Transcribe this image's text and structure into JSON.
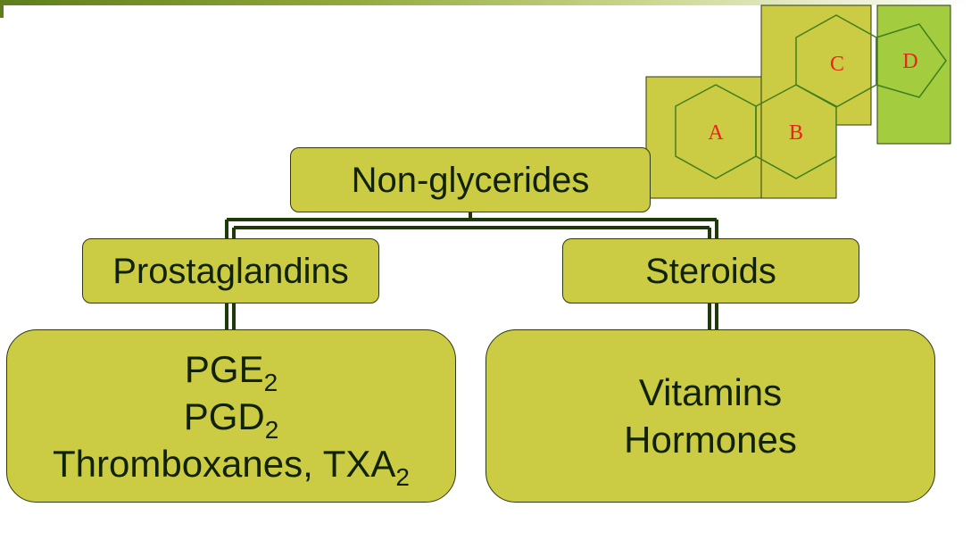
{
  "diagram": {
    "root": {
      "label": "Non-glycerides"
    },
    "children": [
      {
        "label": "Prostaglandins",
        "items": [
          {
            "base": "PGE",
            "sub": "2",
            "suffix": ""
          },
          {
            "base": "PGD",
            "sub": "2",
            "suffix": ""
          },
          {
            "base": "Thromboxanes, TXA",
            "sub": "2",
            "suffix": ""
          }
        ]
      },
      {
        "label": "Steroids",
        "items": [
          {
            "base": "Vitamins"
          },
          {
            "base": "Hormones"
          }
        ]
      }
    ]
  },
  "steroid_nucleus": {
    "rings": [
      "A",
      "B",
      "C",
      "D"
    ]
  },
  "colors": {
    "box_fill": "#cccc44",
    "box_border": "#2c3a10",
    "text": "#112200",
    "connector": "#1f3a0a",
    "ring_label": "#e8231c",
    "ring_line": "#3f7f1f",
    "ring_d_fill": "#a3cd3f"
  }
}
